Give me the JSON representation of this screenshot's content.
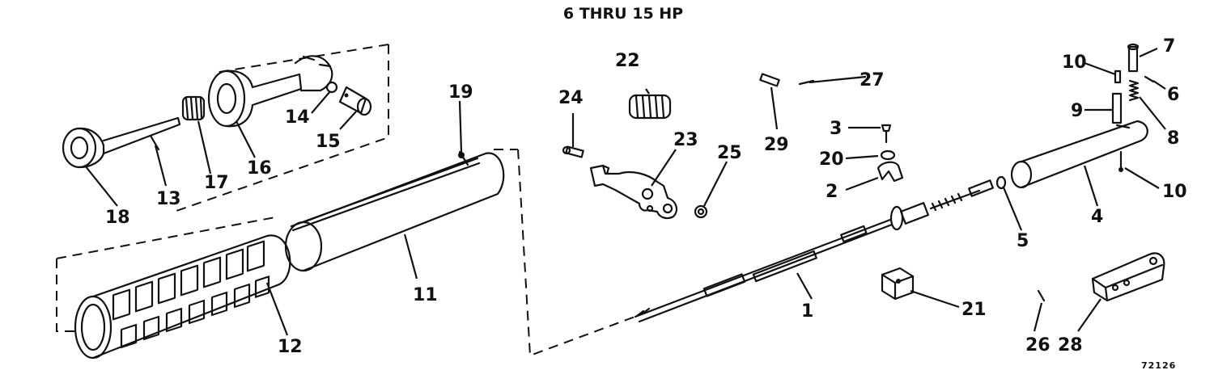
{
  "title": "6 THRU 15 HP",
  "code": "72126",
  "callouts": [
    {
      "id": "c1",
      "label": "1"
    },
    {
      "id": "c2",
      "label": "2"
    },
    {
      "id": "c3",
      "label": "3"
    },
    {
      "id": "c4",
      "label": "4"
    },
    {
      "id": "c5",
      "label": "5"
    },
    {
      "id": "c6",
      "label": "6"
    },
    {
      "id": "c7",
      "label": "7"
    },
    {
      "id": "c8",
      "label": "8"
    },
    {
      "id": "c9",
      "label": "9"
    },
    {
      "id": "c10a",
      "label": "10"
    },
    {
      "id": "c10b",
      "label": "10"
    },
    {
      "id": "c11",
      "label": "11"
    },
    {
      "id": "c12",
      "label": "12"
    },
    {
      "id": "c13",
      "label": "13"
    },
    {
      "id": "c14",
      "label": "14"
    },
    {
      "id": "c15",
      "label": "15"
    },
    {
      "id": "c16",
      "label": "16"
    },
    {
      "id": "c17",
      "label": "17"
    },
    {
      "id": "c18",
      "label": "18"
    },
    {
      "id": "c19",
      "label": "19"
    },
    {
      "id": "c20",
      "label": "20"
    },
    {
      "id": "c21",
      "label": "21"
    },
    {
      "id": "c22",
      "label": "22"
    },
    {
      "id": "c23",
      "label": "23"
    },
    {
      "id": "c24",
      "label": "24"
    },
    {
      "id": "c25",
      "label": "25"
    },
    {
      "id": "c26",
      "label": "26"
    },
    {
      "id": "c27",
      "label": "27"
    },
    {
      "id": "c28",
      "label": "28"
    },
    {
      "id": "c29",
      "label": "29"
    }
  ]
}
